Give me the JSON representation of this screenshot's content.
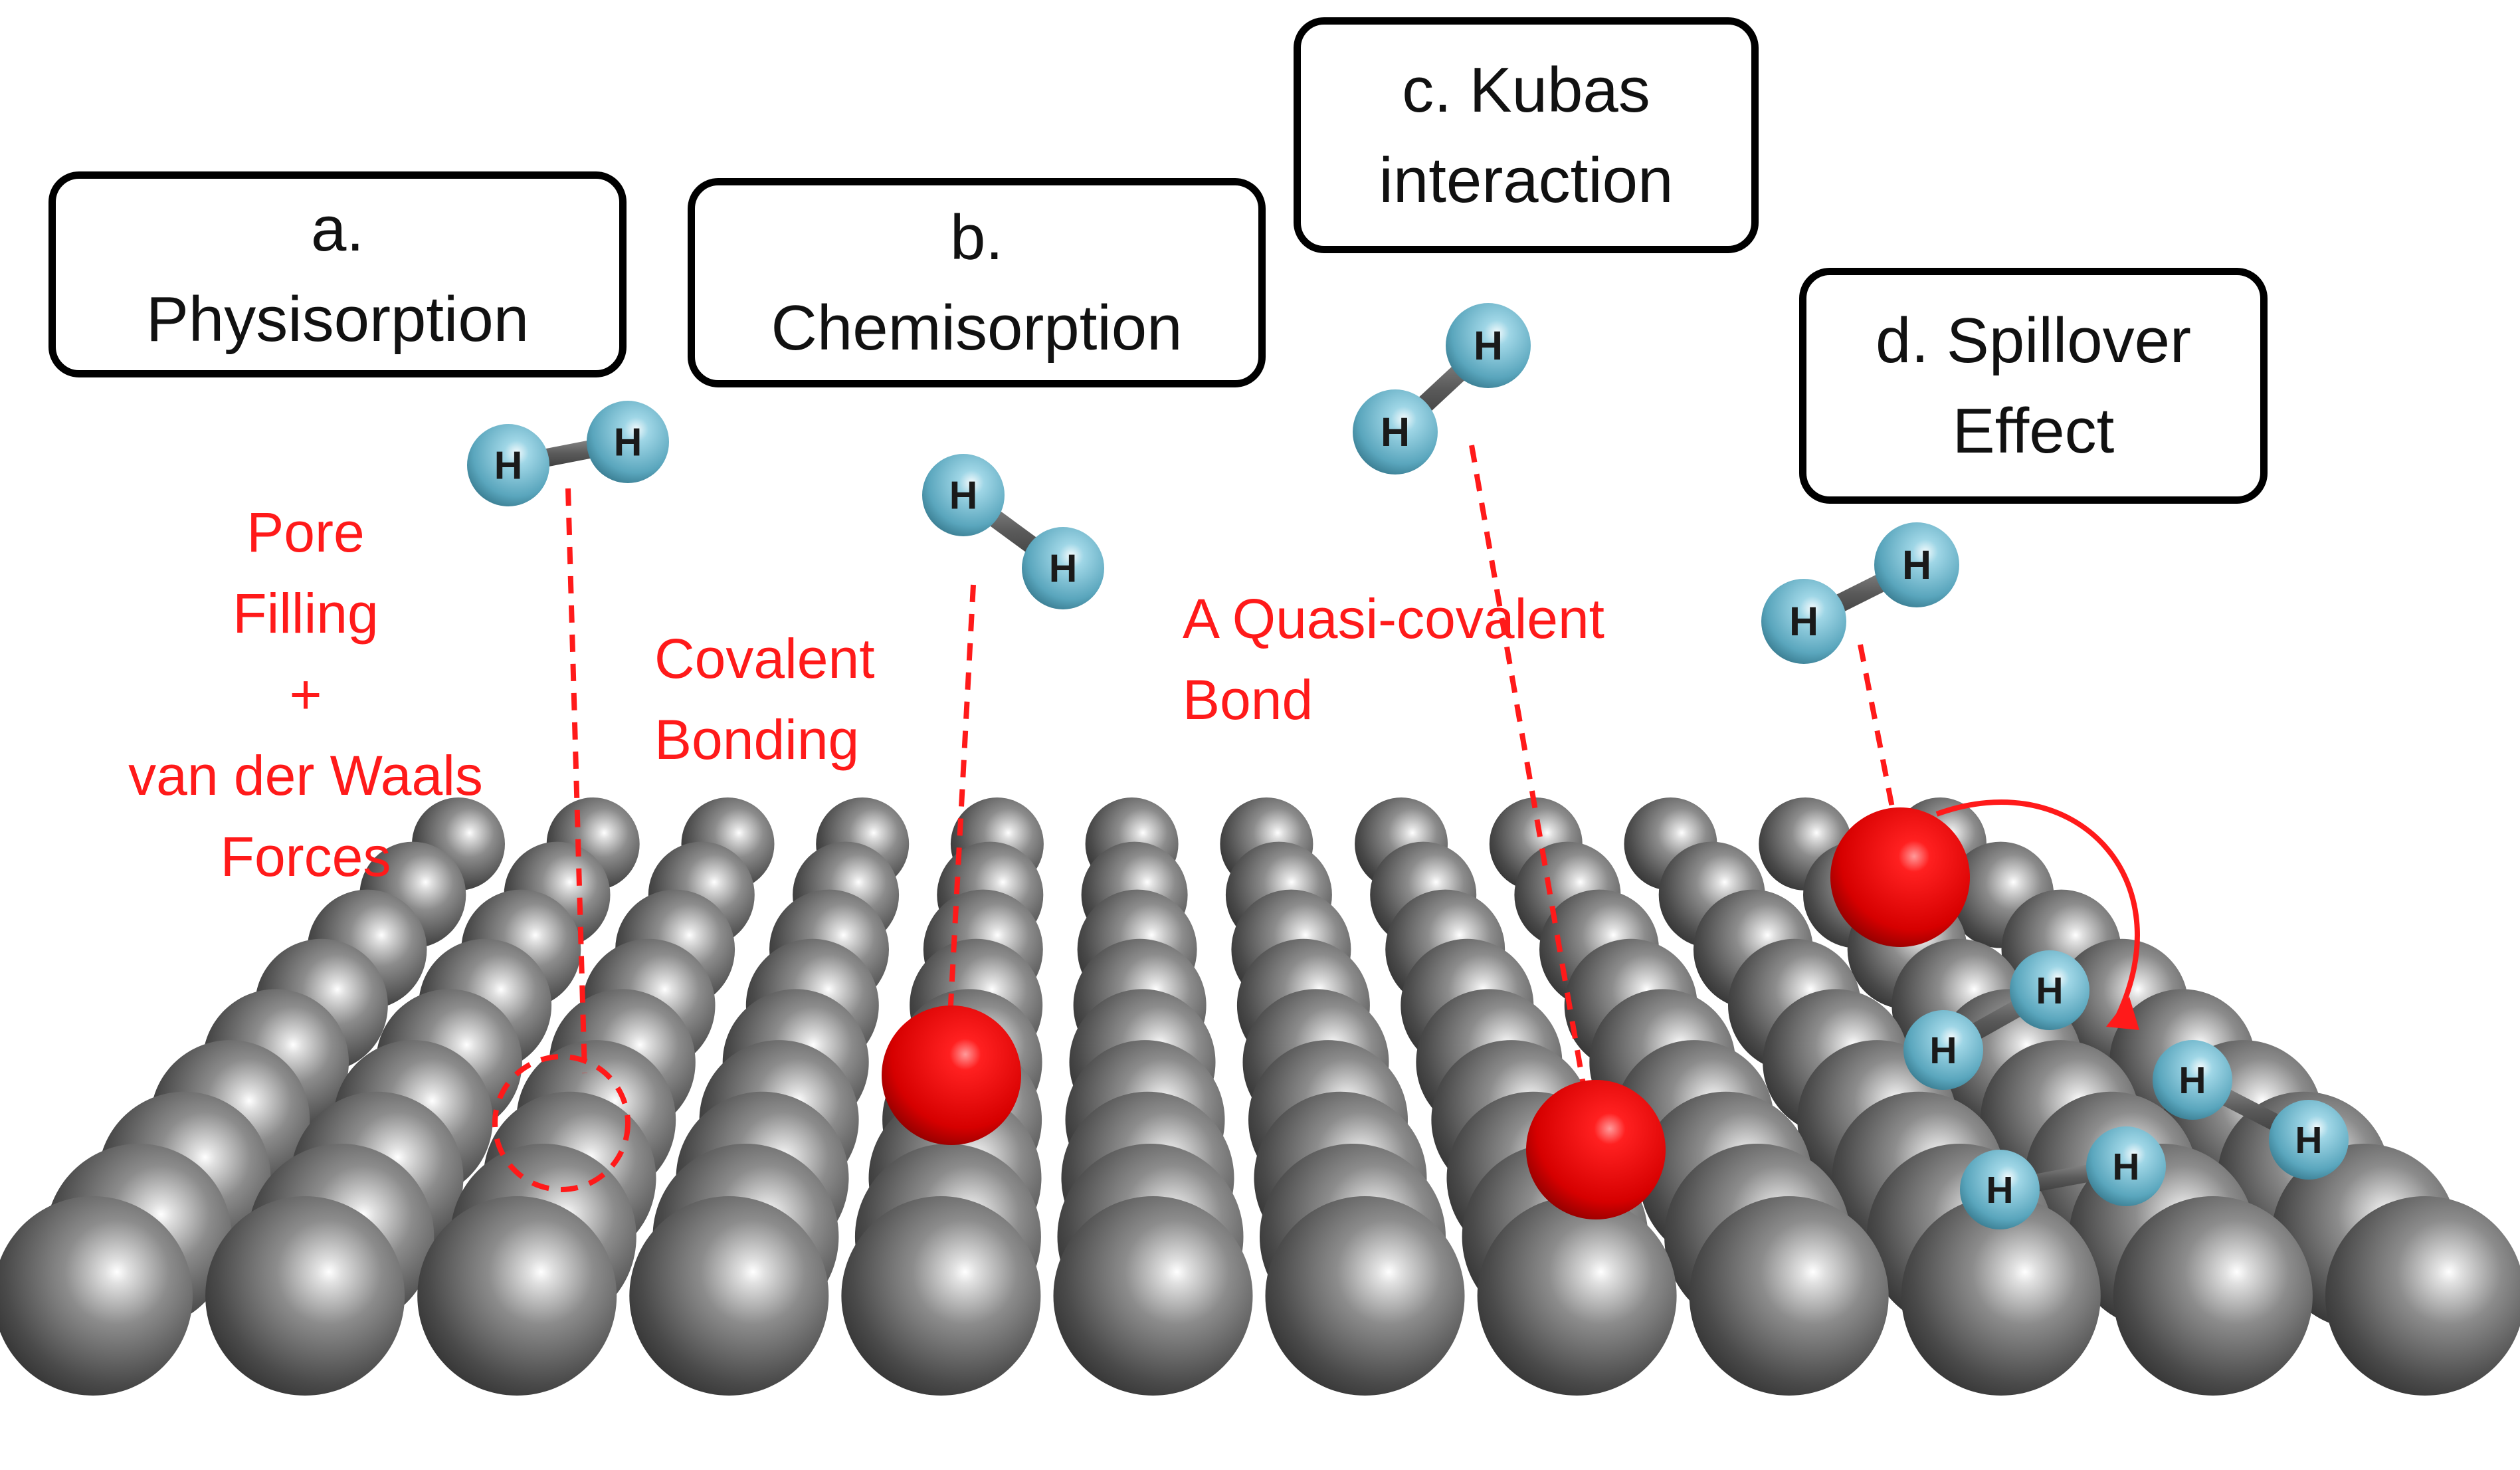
{
  "colors": {
    "annotation": "#ff1a1a",
    "surface_atom": "#6e6e6e",
    "adsorbed_atom": "#e00000",
    "hydrogen": "#7fc4d8",
    "bond": "#606060",
    "box_border": "#000000"
  },
  "mechanisms": [
    {
      "key": "a",
      "title_line1": "a.",
      "title_line2": "Physisorption"
    },
    {
      "key": "b",
      "title_line1": "b.",
      "title_line2": "Chemisorption"
    },
    {
      "key": "c",
      "title_line1": "c. Kubas",
      "title_line2": "interaction"
    },
    {
      "key": "d",
      "title_line1": "d. Spillover",
      "title_line2": "Effect"
    }
  ],
  "annotations": {
    "physisorption": [
      "Pore",
      "Filling",
      "+",
      "van der Waals",
      "Forces"
    ],
    "chemisorption": [
      "Covalent",
      "Bonding"
    ],
    "kubas": [
      "A Quasi-covalent",
      "Bond"
    ]
  },
  "atom_label": "H"
}
